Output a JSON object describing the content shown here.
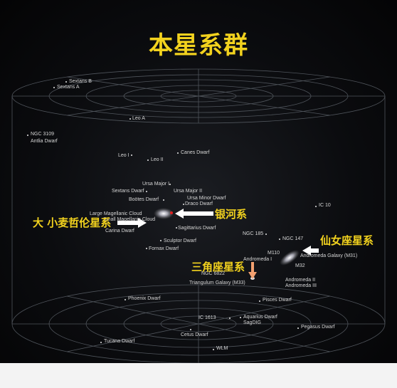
{
  "title": "本星系群",
  "annotations": {
    "milky_way": "银河系",
    "magellanic": "大 小麦哲伦星系",
    "andromeda": "仙女座星系",
    "triangulum": "三角座星系"
  },
  "galaxies": {
    "sextans_b": "Sextans B",
    "sextans_a": "Sextans A",
    "leo_a": "Leo A",
    "ngc3109": "NGC 3109",
    "antlia": "Antlia Dwarf",
    "leo_i": "Leo I",
    "leo_ii": "Leo II",
    "canes": "Canes Dwarf",
    "uma1": "Ursa Major I",
    "uma2": "Ursa Major II",
    "sextans_dwarf": "Sextans Dwarf",
    "umi": "Ursa Minor Dwarf",
    "bootes": "Boötes Dwarf",
    "draco": "Draco Dwarf",
    "lmc": "Large Magellanic Cloud",
    "smc": "Small Magellanic Cloud",
    "carina": "Carina Dwarf",
    "sagittarius": "Sagittarius Dwarf",
    "sculptor": "Sculptor Dwarf",
    "fornax": "Fornax Dwarf",
    "ic10": "IC 10",
    "ngc185": "NGC 185",
    "ngc147": "NGC 147",
    "m110": "M110",
    "andromeda_i": "Andromeda I",
    "andromeda_m31": "Andromeda Galaxy (M31)",
    "m32": "M32",
    "ngc6822": "NGC 6822",
    "andromeda_ii": "Andromeda II",
    "andromeda_iii": "Andromeda III",
    "triangulum_m33": "Triangulum Galaxy (M33)",
    "phoenix": "Phoenix Dwarf",
    "pisces": "Pisces Dwarf",
    "ic1613": "IC 1613",
    "aquarius": "Aquarius Dwarf",
    "sagdig": "SagDIG",
    "pegasus": "Pegasus Dwarf",
    "tucana": "Tucana Dwarf",
    "cetus": "Cetus Dwarf",
    "wlm": "WLM"
  },
  "colors": {
    "title": "#f2d21e",
    "annotation": "#f2d21e",
    "label": "#d6d6d6",
    "grid": "#5a5f66"
  }
}
